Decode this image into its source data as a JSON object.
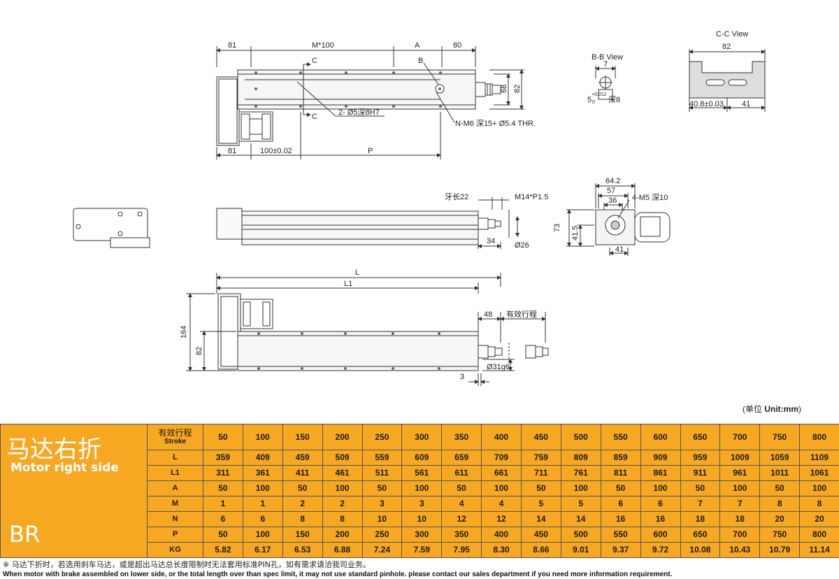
{
  "drawing": {
    "top_view": {
      "dim_81_left": "81",
      "dim_m100": "M*100",
      "dim_a": "A",
      "dim_80": "80",
      "label_c_top": "C",
      "label_b": "B",
      "label_c_bottom": "C",
      "dim_68": "68",
      "dim_82": "82",
      "hole_note": "2-  Ø5深8H7",
      "thread_note": "N-M6 深15+ Ø5.4 THR.",
      "dim_81_bottom": "81",
      "dim_100_tol": "100±0.02",
      "dim_p": "P"
    },
    "bb_view": {
      "title": "B-B View",
      "dim_7": "7",
      "dim_5": "5",
      "tol": "+0.012",
      "tol_low": "0",
      "depth": "深8"
    },
    "cc_view": {
      "title": "C-C View",
      "dim_82": "82",
      "dim_408": "40.8±0.03",
      "dim_41": "41"
    },
    "side_view": {
      "tooth_len": "牙长22",
      "thread": "M14*P1.5",
      "dim_34": "34",
      "dia_26": "Ø26"
    },
    "end_view": {
      "dim_642": "64.2",
      "dim_57": "57",
      "dim_36": "36",
      "tap_note": "4-M5 深10",
      "dim_73": "73",
      "dim_415": "41.5",
      "dim_41": "41"
    },
    "bottom_view": {
      "dim_l": "L",
      "dim_l1": "L1",
      "dim_164": "164",
      "dim_82": "82",
      "dim_48": "48",
      "effective_stroke": "有效行程",
      "dia_31": "Ø31g6",
      "dim_3": "3"
    }
  },
  "unit_label_cn": "(单位 ",
  "unit_label_en": "Unit:mm",
  "unit_close": ")",
  "table": {
    "title_cn": "马达右折",
    "title_en": "Motor right side",
    "title_code": "BR",
    "header_cn": "有效行程",
    "header_en": "Stroke",
    "strokes": [
      "50",
      "100",
      "150",
      "200",
      "250",
      "300",
      "350",
      "400",
      "450",
      "500",
      "550",
      "600",
      "650",
      "700",
      "750",
      "800"
    ],
    "rows": [
      {
        "label": "L",
        "values": [
          "359",
          "409",
          "459",
          "509",
          "559",
          "609",
          "659",
          "709",
          "759",
          "809",
          "859",
          "909",
          "959",
          "1009",
          "1059",
          "1109"
        ]
      },
      {
        "label": "L1",
        "values": [
          "311",
          "361",
          "411",
          "461",
          "511",
          "561",
          "611",
          "661",
          "711",
          "761",
          "811",
          "861",
          "911",
          "961",
          "1011",
          "1061"
        ]
      },
      {
        "label": "A",
        "values": [
          "50",
          "100",
          "50",
          "100",
          "50",
          "100",
          "50",
          "100",
          "50",
          "100",
          "50",
          "100",
          "50",
          "100",
          "50",
          "100"
        ]
      },
      {
        "label": "M",
        "values": [
          "1",
          "1",
          "2",
          "2",
          "3",
          "3",
          "4",
          "4",
          "5",
          "5",
          "6",
          "6",
          "7",
          "7",
          "8",
          "8"
        ]
      },
      {
        "label": "N",
        "values": [
          "6",
          "6",
          "8",
          "8",
          "10",
          "10",
          "12",
          "12",
          "14",
          "14",
          "16",
          "16",
          "18",
          "18",
          "20",
          "20"
        ]
      },
      {
        "label": "P",
        "values": [
          "50",
          "100",
          "150",
          "200",
          "250",
          "300",
          "350",
          "400",
          "450",
          "500",
          "550",
          "600",
          "650",
          "700",
          "750",
          "800"
        ]
      },
      {
        "label": "KG",
        "values": [
          "5.82",
          "6.17",
          "6.53",
          "6.88",
          "7.24",
          "7.59",
          "7.95",
          "8.30",
          "8.66",
          "9.01",
          "9.37",
          "9.72",
          "10.08",
          "10.43",
          "10.79",
          "11.14"
        ]
      }
    ]
  },
  "notes": {
    "cn": "※ 马达下折时，若选用刹车马达，或是超出马达总长度限制时无法套用标准PIN孔，如有需求请洽我司业务。",
    "en": "When motor with brake assembled on lower side, or the total length over than spec limit, it may not use standard pinhole. please contact our sales department if you need more information requirement."
  },
  "colors": {
    "table_bg": "#f7a823",
    "title_text": "#ffffff",
    "line": "#333333"
  }
}
